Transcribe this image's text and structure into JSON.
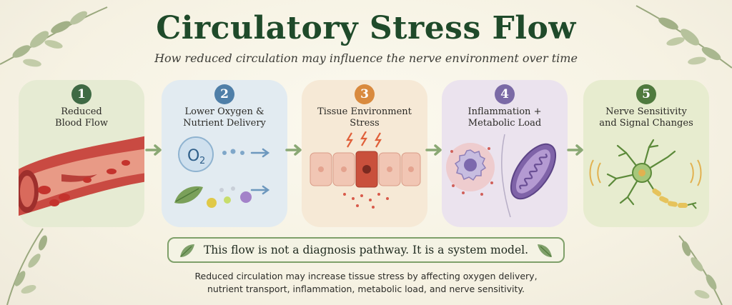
{
  "title": "Circulatory Stress Flow",
  "subtitle": "How reduced circulation may influence the nerve environment over time",
  "steps": [
    {
      "number": "1",
      "line1": "Reduced",
      "line2": "Blood Flow",
      "color": "#3f6a44",
      "panel_color": "#e6ebd3"
    },
    {
      "number": "2",
      "line1": "Lower Oxygen &",
      "line2": "Nutrient Delivery",
      "color": "#4f7fa8",
      "panel_color": "#e2ebf1"
    },
    {
      "number": "3",
      "line1": "Tissue Environment",
      "line2": "Stress",
      "color": "#d98a3e",
      "panel_color": "#f6e9d6"
    },
    {
      "number": "4",
      "line1": "Inflammation +",
      "line2": "Metabolic Load",
      "color": "#7b6aa6",
      "panel_color": "#ebe3ee"
    },
    {
      "number": "5",
      "line1": "Nerve Sensitivity",
      "line2": "and Signal Changes",
      "color": "#4f7a3e",
      "panel_color": "#e7eccf"
    }
  ],
  "step2_symbol": {
    "base": "O",
    "subscript": "2"
  },
  "notice": "This flow is not a diagnosis pathway. It is a system model.",
  "footnote": {
    "line1": "Reduced circulation may increase tissue stress by affecting oxygen delivery,",
    "line2": "nutrient transport, inflammation, metabolic load, and nerve sensitivity."
  },
  "colors": {
    "title": "#1f4a2a",
    "arrow": "#8aa874",
    "notice_border": "#7fa06a"
  }
}
